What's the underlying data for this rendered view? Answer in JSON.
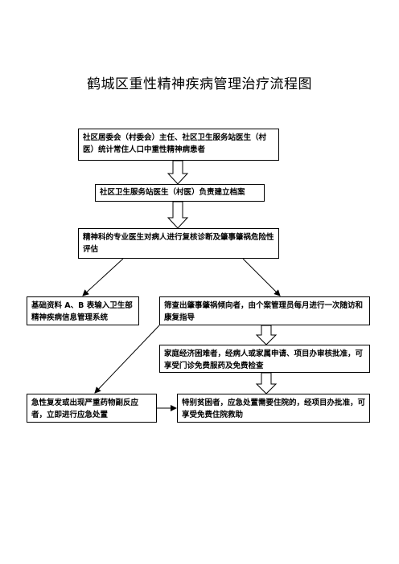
{
  "title": "鹤城区重性精神疾病管理治疗流程图",
  "nodes": {
    "n1": "社区居委会（村委会）主任、社区卫生服务站医生（村医）统计常住人口中重性精神病患者",
    "n2": "社区卫生服务站医生（村医）负责建立档案",
    "n3": "精神科的专业医生对病人进行复核诊断及肇事肇祸危险性评估",
    "n4": "基础资料 A、B 表输入卫生部精神疾病信息管理系统",
    "n5": "筛查出肇事肇祸倾向者，由个案管理员每月进行一次随访和康复指导",
    "n6": "家庭经济困难者，经病人或家属申请、项目办审核批准，可享受门诊免费服药及免费检查",
    "n7": "急性复发或出现严重药物副反应者，立即进行应急处置",
    "n8": "特别贫困者，应急处置需要住院的，经项目办批准，可享受免费住院救助"
  }
}
